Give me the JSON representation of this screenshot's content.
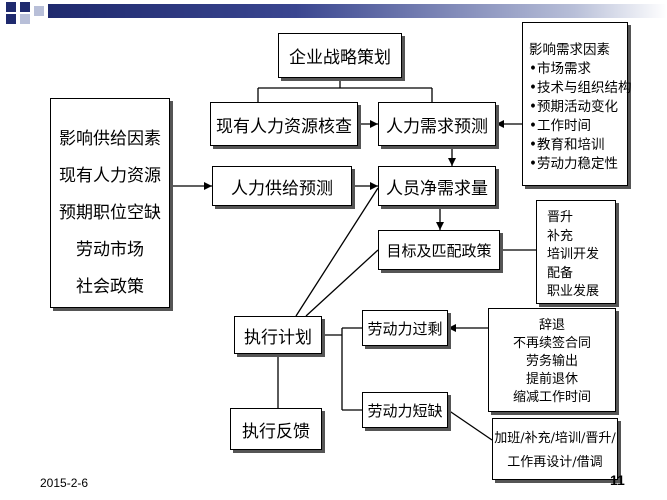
{
  "nodes": {
    "strategy": "企业战略策划",
    "inventory": "现有人力资源核查",
    "demand_forecast": "人力需求预测",
    "supply_forecast": "人力供给预测",
    "net_demand": "人员净需求量",
    "policy": "目标及匹配政策",
    "execute": "执行计划",
    "feedback": "执行反馈",
    "surplus": "劳动力过剩",
    "shortage": "劳动力短缺"
  },
  "supply_factors": [
    "影响供给因素",
    "现有人力资源",
    "预期职位空缺",
    "劳动市场",
    "社会政策"
  ],
  "demand_factors": {
    "title": "影响需求因素",
    "items": [
      "•市场需求",
      "•技术与组织结构",
      "•预期活动变化",
      "•工作时间",
      "•教育和培训",
      "•劳动力稳定性"
    ]
  },
  "policy_list": [
    "晋升",
    "补充",
    "培训开发",
    "配备",
    "职业发展"
  ],
  "surplus_list": [
    "辞退",
    "不再续签合同",
    "劳务输出",
    "提前退休",
    "缩减工作时间"
  ],
  "shortage_list": [
    "加班/补充/培训/晋升/",
    "工作再设计/借调"
  ],
  "footer": {
    "date": "2015-2-6",
    "page": "11"
  }
}
